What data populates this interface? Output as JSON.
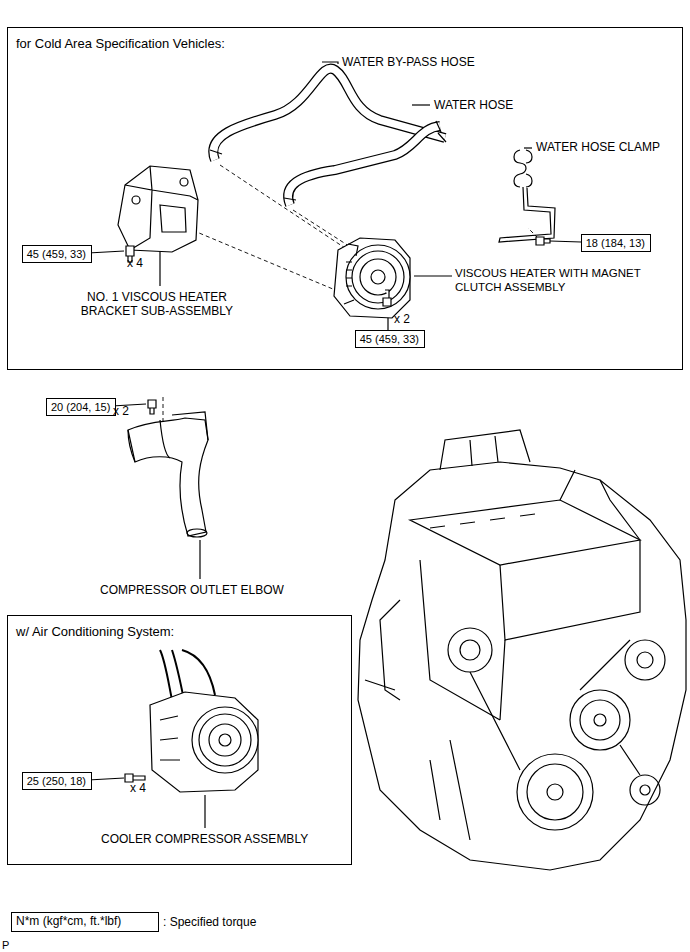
{
  "diagram": {
    "nodes": [
      {
        "text": [
          "for Cold Area Specification Vehicles:"
        ]
      },
      {
        "text": [
          "45 (459, 33)"
        ],
        "in": 0
      },
      {
        "text": [
          "18 (184, 13)"
        ],
        "in": 0
      },
      {
        "text": [
          "45 (459, 33)"
        ],
        "in": 0
      },
      {
        "text": [
          "20 (204, 15)"
        ]
      },
      {
        "text": [
          "w/ Air Conditioning System:"
        ]
      },
      {
        "text": [
          "25 (250, 18)"
        ],
        "in": 5
      },
      {
        "text": [
          "N*m (kgf*cm, ft.*lbf)"
        ]
      }
    ],
    "labels": [
      "WATER BY-PASS HOSE",
      "WATER HOSE",
      "WATER HOSE CLAMP",
      "x 4",
      "NO. 1 VISCOUS HEATER BRACKET SUB-ASSEMBLY",
      "x 2",
      "VISCOUS HEATER WITH MAGNET CLUTCH ASSEMBLY",
      "x 2",
      "COMPRESSOR OUTLET ELBOW",
      "x 4",
      "COOLER COMPRESSOR ASSEMBLY",
      ": Specified torque",
      "P"
    ]
  }
}
